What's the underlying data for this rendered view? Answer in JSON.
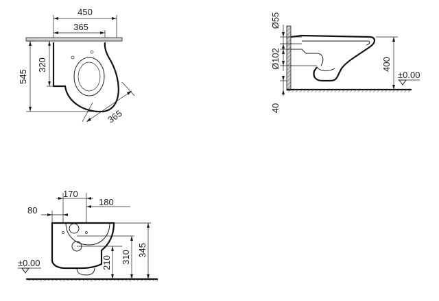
{
  "top_view": {
    "dims": {
      "overall_width": "450",
      "inner_width": "365",
      "depth_total": "545",
      "depth_fixing": "320",
      "diagonal": "365"
    }
  },
  "side_view": {
    "dims": {
      "inlet_dia": "Ø55",
      "outlet_dia": "Ø102",
      "rim_height": "400",
      "floor_offset": "40",
      "floor_level": "±0.00"
    }
  },
  "front_view": {
    "dims": {
      "left_offset": "80",
      "bolt_spacing": "170",
      "center_offset": "180",
      "height_low": "210",
      "height_mid": "310",
      "height_top": "345",
      "floor_level": "±0.00"
    }
  }
}
